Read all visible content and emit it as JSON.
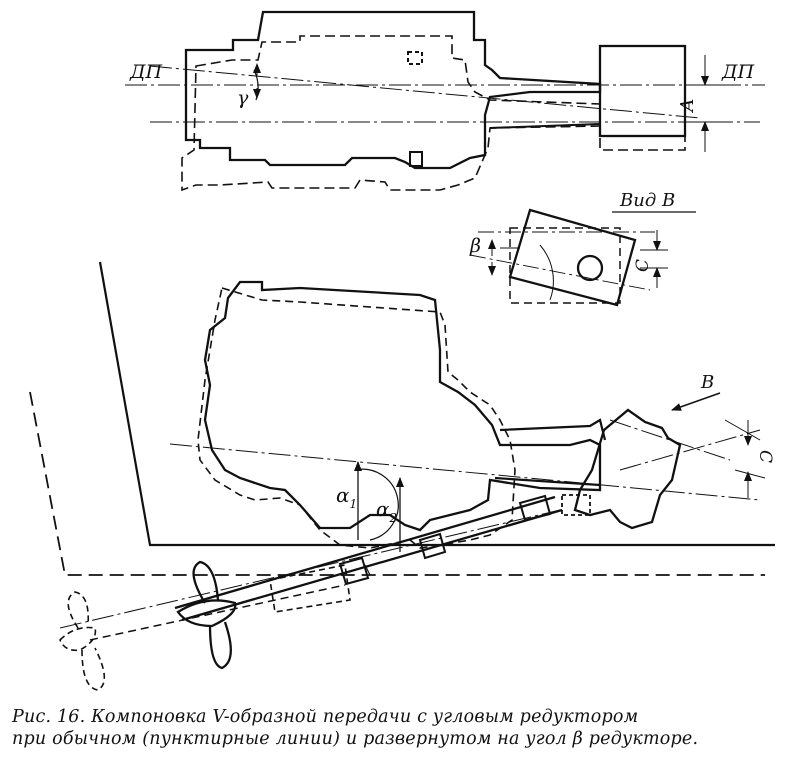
{
  "labels": {
    "dp_left": "ДП",
    "dp_right": "ДП",
    "a": "А",
    "gamma": "γ",
    "vid_v": "Вид В",
    "beta": "β",
    "c_view": "С",
    "b_arrow": "В",
    "c_side": "С",
    "alpha1": "α",
    "alpha1_sub": "1",
    "alpha2": "α",
    "alpha2_sub": "2"
  },
  "caption": {
    "line1": "Рис. 16. Компоновка V-образной передачи с угловым редуктором",
    "line2": "при обычном (пунктирные линии) и развернутом на угол β редукторе."
  },
  "colors": {
    "ink": "#111111",
    "background": "#ffffff"
  }
}
